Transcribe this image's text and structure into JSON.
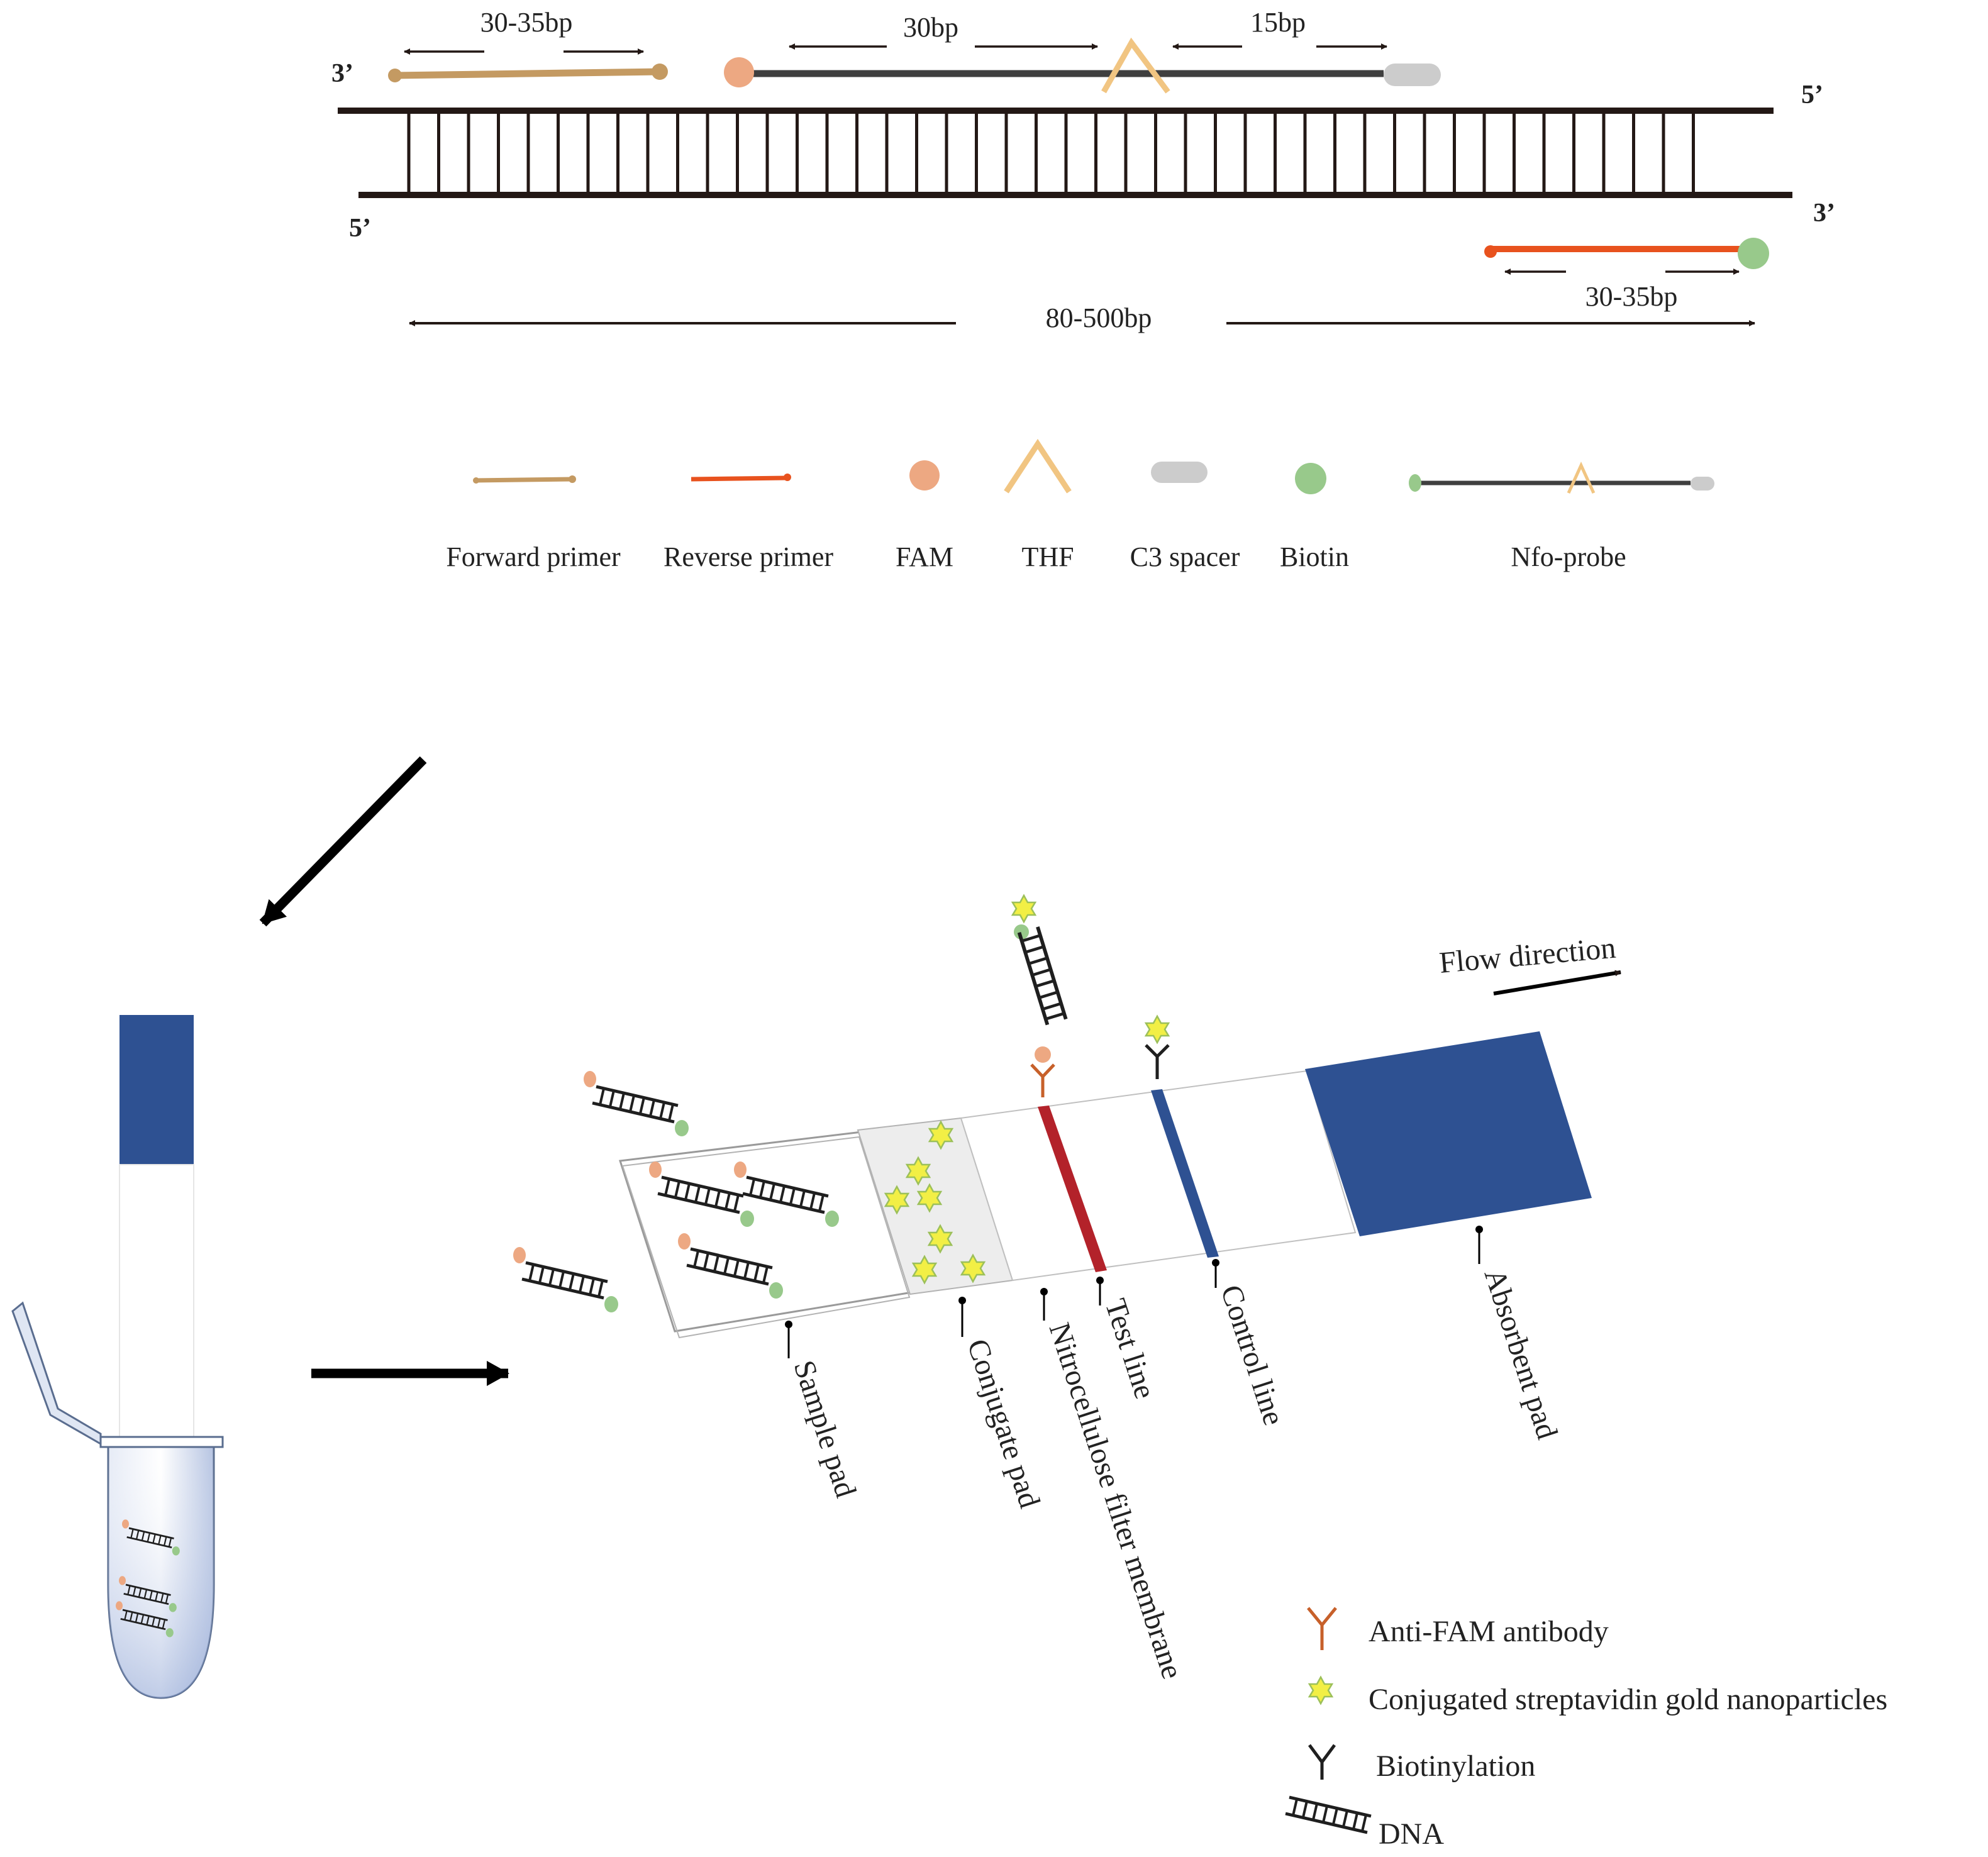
{
  "dna_diagram": {
    "end_labels": {
      "top_left": "3’",
      "top_right": "5’",
      "bottom_left": "5’",
      "bottom_right": "3’"
    },
    "dimensions": {
      "forward_primer": "30-35bp",
      "probe_left": "30bp",
      "probe_right": "15bp",
      "reverse_primer": "30-35bp",
      "amplicon": "80-500bp"
    }
  },
  "legend_top": [
    {
      "label": "Forward primer",
      "icon": "forward-primer-line",
      "color": "#c49a62"
    },
    {
      "label": "Reverse primer",
      "icon": "reverse-primer-line",
      "color": "#e8521e"
    },
    {
      "label": "FAM",
      "icon": "fam-dot",
      "color": "#eda882"
    },
    {
      "label": "THF",
      "icon": "thf-chevron",
      "color": "#f1c582"
    },
    {
      "label": "C3 spacer",
      "icon": "c3-spacer-pill",
      "color": "#cccccc"
    },
    {
      "label": "Biotin",
      "icon": "biotin-dot",
      "color": "#98c98b"
    },
    {
      "label": "Nfo-probe",
      "icon": "nfo-probe-line",
      "color": "#3f3f3f"
    }
  ],
  "strip": {
    "flow_direction": "Flow direction",
    "parts": [
      {
        "label": "Sample pad"
      },
      {
        "label": "Conjugate pad"
      },
      {
        "label": "Nitrocellulose  filter membrane"
      },
      {
        "label": "Test line",
        "color": "#b3222a"
      },
      {
        "label": "Control line",
        "color": "#2e5192"
      },
      {
        "label": "Absorbent pad",
        "color": "#2e5192"
      }
    ]
  },
  "legend_bottom": [
    {
      "label": "Anti-FAM antibody",
      "icon": "antibody-icon",
      "color": "#c7602a"
    },
    {
      "label": "Conjugated streptavidin gold nanoparticles",
      "icon": "gold-nanoparticle-star-icon",
      "color": "#f2ef45"
    },
    {
      "label": "Biotinylation",
      "icon": "biotinylation-icon",
      "color": "#1f1f1f"
    },
    {
      "label": "DNA",
      "icon": "dna-ladder-icon",
      "color": "#1f1f1f"
    }
  ],
  "colors": {
    "dna_backbone": "#231815",
    "strip_blue": "#2e5192",
    "test_red": "#b3222a"
  }
}
